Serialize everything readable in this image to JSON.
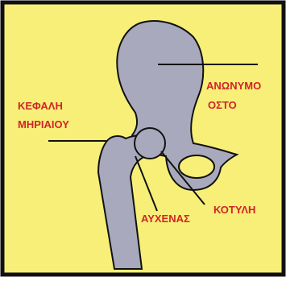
{
  "diagram": {
    "labels": {
      "anonymo_line1": "ΑΝΩΝΥΜΟ",
      "anonymo_line2": "ΟΣΤΟ",
      "kefali_line1": "ΚΕΦΑΛΗ",
      "kefali_line2": "ΜΗΡΙΑΙΟΥ",
      "auxenas": "ΑΥΧΕΝΑΣ",
      "kotyli": "ΚΟΤΥΛΗ"
    },
    "colors": {
      "background": "#f7ef77",
      "bone": "#a9a9bd",
      "outline": "#111111",
      "label": "#d2232a",
      "border": "#111111"
    }
  }
}
